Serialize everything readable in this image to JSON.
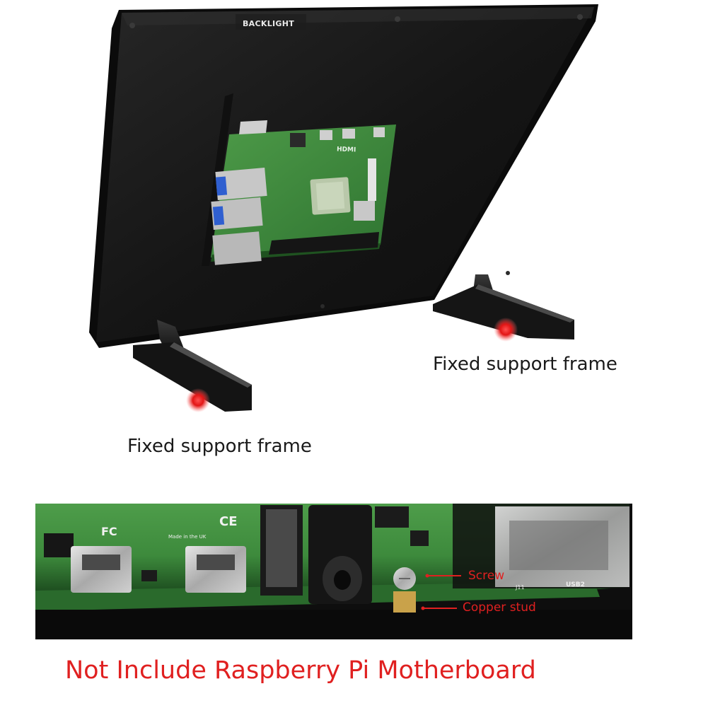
{
  "photo": {
    "monitor_silkscreen": "BACKLIGHT",
    "board_silkscreen": "HDMI"
  },
  "annotations": {
    "support_right": "Fixed support frame",
    "support_left": "Fixed support frame"
  },
  "closeup": {
    "ce_mark": "CE",
    "fc_mark": "FC",
    "made_in": "Made in the UK",
    "j11": "J11",
    "usb2": "USB2",
    "screw_label": "Screw",
    "stud_label": "Copper stud"
  },
  "disclaimer": "Not Include Raspberry Pi Motherboard",
  "colors": {
    "accent_red": "#e02020",
    "pcb_green": "#3f8a3c",
    "panel_black": "#161616"
  }
}
